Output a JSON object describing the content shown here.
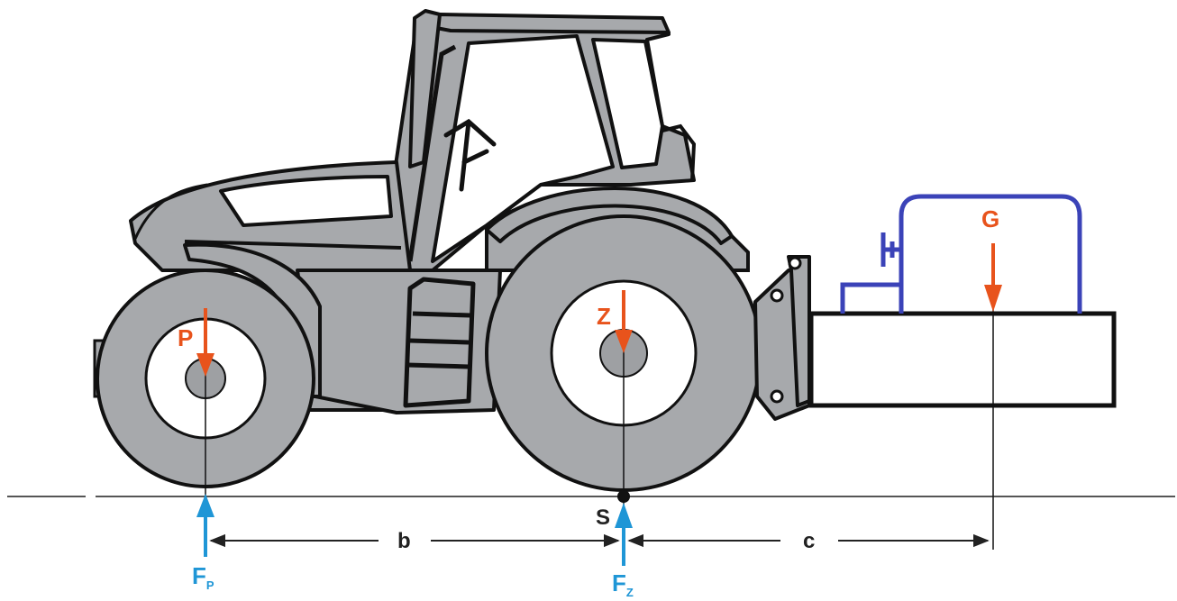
{
  "colors": {
    "tractor_body": "#a7a9ac",
    "outline": "#111111",
    "rim": "#ffffff",
    "hub": "#9ea0a3",
    "force_down": "#e8531c",
    "force_up": "#1f96d6",
    "implement": "#3b43b8",
    "ground": "#555555",
    "dimension": "#222222"
  },
  "labels": {
    "front_load": "P",
    "rear_load": "Z",
    "implement_weight": "G",
    "front_reaction_main": "F",
    "front_reaction_sub": "P",
    "rear_reaction_main": "F",
    "rear_reaction_sub": "Z",
    "pivot": "S",
    "dim_b": "b",
    "dim_c": "c"
  },
  "icons": {
    "tractor": "tractor-side-view",
    "implement": "rear-implement-box"
  }
}
